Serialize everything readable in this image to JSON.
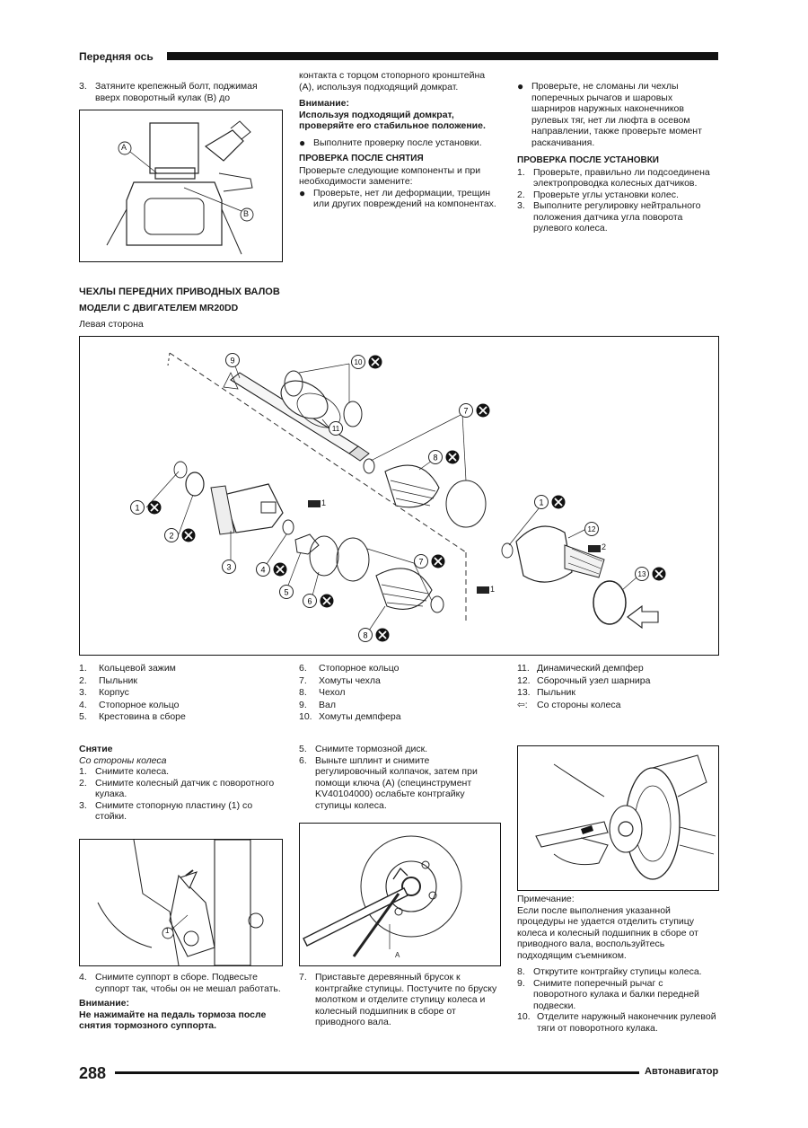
{
  "header": {
    "title": "Передняя ось"
  },
  "top": {
    "col1_step": {
      "num": "3.",
      "text": "Затяните крепежный болт, поджимая вверх поворотный кулак (B) до"
    },
    "col2_cont": "контакта с торцом стопорного кронштейна (A), используя подходящий домкрат.",
    "col2_warning_title": "Внимание:",
    "col2_warning_text": "Используя подходящий домкрат, проверяйте его стабильное положение.",
    "col2_bullet": "Выполните проверку после установки.",
    "col2_section": "ПРОВЕРКА ПОСЛЕ СНЯТИЯ",
    "col2_section_text": "Проверьте следующие компоненты и при необходимости замените:",
    "col2_bullet2": "Проверьте, нет ли деформации, трещин или других повреждений на компонентах.",
    "col3_bullet": "Проверьте, не сломаны ли чехлы поперечных рычагов и шаровых шарниров наружных наконечников рулевых тяг, нет ли люфта в осевом направлении, также проверьте момент раскачивания.",
    "col3_section": "ПРОВЕРКА ПОСЛЕ УСТАНОВКИ",
    "col3_steps": [
      {
        "num": "1.",
        "text": "Проверьте, правильно ли подсоединена электропроводка колесных датчиков."
      },
      {
        "num": "2.",
        "text": "Проверьте углы установки колес."
      },
      {
        "num": "3.",
        "text": "Выполните регулировку нейтрального положения датчика угла поворота рулевого колеса."
      }
    ],
    "fig_labels": {
      "a": "A",
      "b": "B"
    }
  },
  "section": {
    "title": "ЧЕХЛЫ ПЕРЕДНИХ ПРИВОДНЫХ ВАЛОВ",
    "subtitle": "МОДЕЛИ С ДВИГАТЕЛЕМ MR20DD",
    "side": "Левая сторона"
  },
  "diagram": {
    "callouts": [
      "1",
      "2",
      "3",
      "4",
      "5",
      "6",
      "7",
      "8",
      "9",
      "10",
      "11",
      "12",
      "13"
    ],
    "grease1": "1",
    "grease2": "2"
  },
  "legend": {
    "col1": [
      {
        "num": "1.",
        "text": "Кольцевой зажим"
      },
      {
        "num": "2.",
        "text": "Пыльник"
      },
      {
        "num": "3.",
        "text": "Корпус"
      },
      {
        "num": "4.",
        "text": "Стопорное кольцо"
      },
      {
        "num": "5.",
        "text": "Крестовина в сборе"
      }
    ],
    "col2": [
      {
        "num": "6.",
        "text": "Стопорное кольцо"
      },
      {
        "num": "7.",
        "text": "Хомуты чехла"
      },
      {
        "num": "8.",
        "text": "Чехол"
      },
      {
        "num": "9.",
        "text": "Вал"
      },
      {
        "num": "10.",
        "text": "Хомуты демпфера"
      }
    ],
    "col3": [
      {
        "num": "11.",
        "text": "Динамический демпфер"
      },
      {
        "num": "12.",
        "text": "Сборочный узел шарнира"
      },
      {
        "num": "13.",
        "text": "Пыльник"
      },
      {
        "num": "⇦:",
        "text": "Со стороны колеса"
      }
    ]
  },
  "removal": {
    "title": "Снятие",
    "subtitle": "Со стороны колеса",
    "steps": [
      {
        "num": "1.",
        "text": "Снимите колеса."
      },
      {
        "num": "2.",
        "text": "Снимите колесный датчик с поворотного кулака."
      },
      {
        "num": "3.",
        "text": "Снимите стопорную пластину (1) со стойки."
      }
    ],
    "step4": {
      "num": "4.",
      "text": "Снимите суппорт в сборе. Подвесьте суппорт так, чтобы он не мешал работать."
    },
    "warning_title": "Внимание:",
    "warning_text": "Не нажимайте на педаль тормоза после снятия тормозного суппорта.",
    "fig_label": "1"
  },
  "mid": {
    "steps": [
      {
        "num": "5.",
        "text": "Снимите тормозной диск."
      },
      {
        "num": "6.",
        "text": "Выньте шплинт и снимите регулировочный колпачок, затем при помощи ключа (A) (специнструмент KV40104000) ослабьте контргайку ступицы колеса."
      }
    ],
    "fig_label": "A",
    "step7": {
      "num": "7.",
      "text": "Приставьте деревянный брусок к контргайке ступицы. Постучите по бруску молотком и отделите ступицу колеса и колесный подшипник в сборе от приводного вала."
    }
  },
  "right": {
    "note_title": "Примечание:",
    "note_text": "Если после выполнения указанной процедуры не удается отделить ступицу колеса и колесный подшипник в сборе от приводного вала, воспользуйтесь подходящим съемником.",
    "steps": [
      {
        "num": "8.",
        "text": "Открутите контргайку ступицы колеса."
      },
      {
        "num": "9.",
        "text": "Снимите поперечный рычаг с поворотного кулака и балки передней подвески."
      },
      {
        "num": "10.",
        "text": "Отделите наружный наконечник рулевой тяги от поворотного кулака."
      }
    ]
  },
  "footer": {
    "page": "288",
    "brand": "Автонавигатор"
  }
}
